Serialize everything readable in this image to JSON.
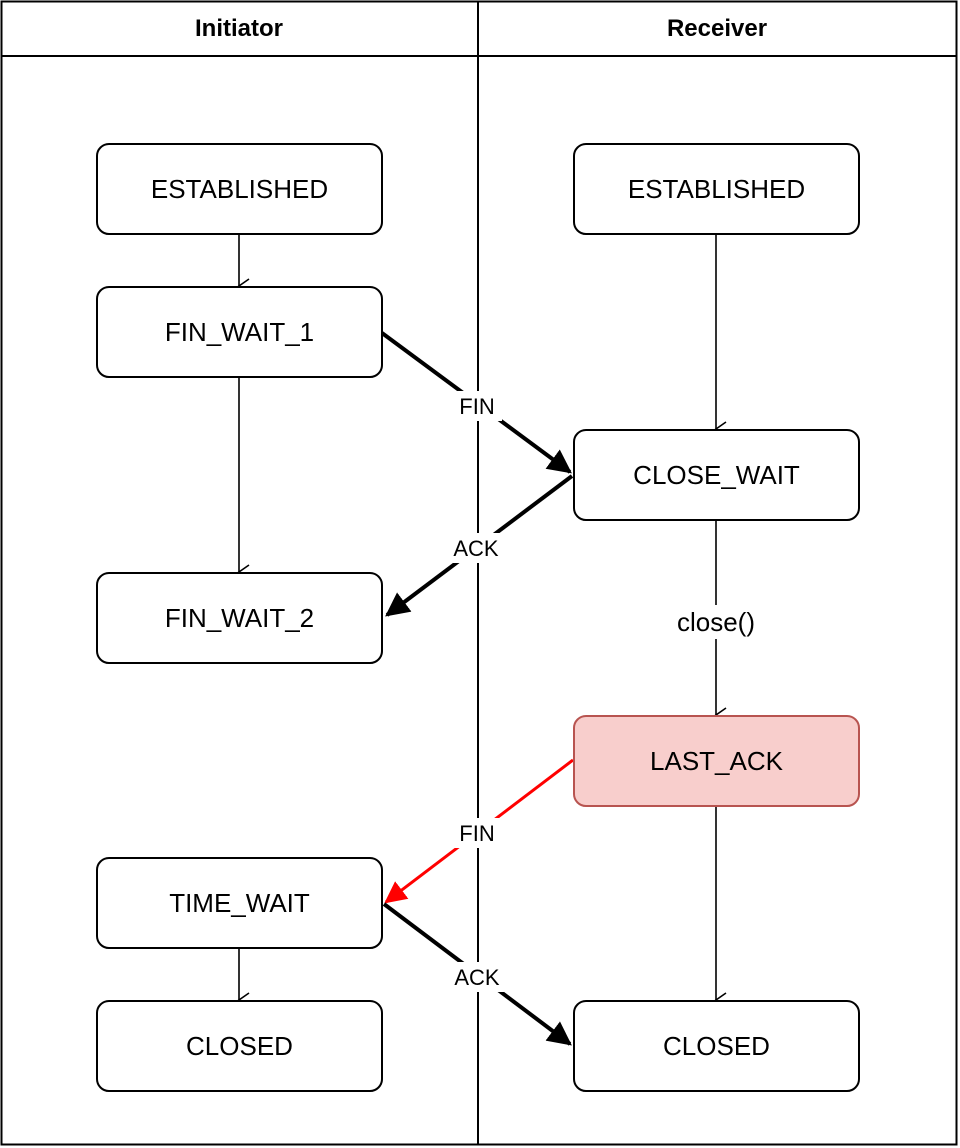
{
  "lanes": {
    "initiator": "Initiator",
    "receiver": "Receiver"
  },
  "states": {
    "initiator": {
      "established": "ESTABLISHED",
      "fin_wait_1": "FIN_WAIT_1",
      "fin_wait_2": "FIN_WAIT_2",
      "time_wait": "TIME_WAIT",
      "closed": "CLOSED"
    },
    "receiver": {
      "established": "ESTABLISHED",
      "close_wait": "CLOSE_WAIT",
      "last_ack": "LAST_ACK",
      "closed": "CLOSED"
    }
  },
  "messages": {
    "fin1": "FIN",
    "ack1": "ACK",
    "close_call": "close()",
    "fin2": "FIN",
    "ack2": "ACK"
  },
  "colors": {
    "highlight_fill": "#f8cecc",
    "highlight_stroke": "#b85450",
    "highlight_arrow": "#ff0000",
    "line": "#000000"
  }
}
